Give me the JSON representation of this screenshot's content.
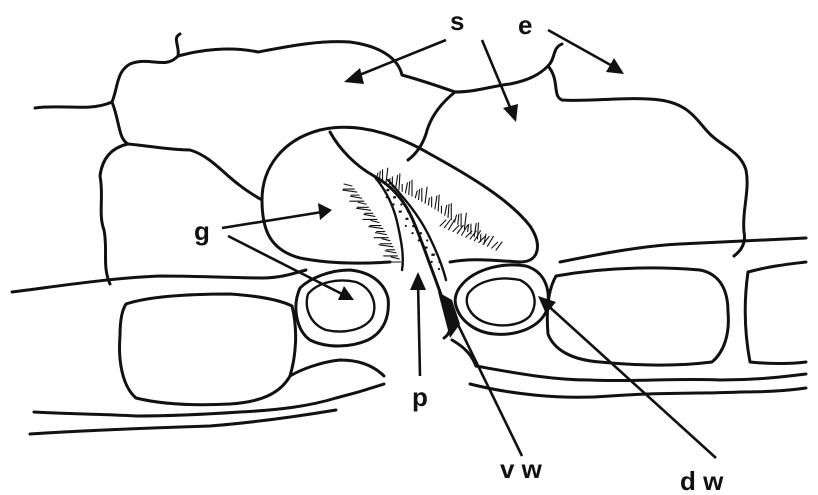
{
  "labels": {
    "s": "s",
    "e": "e",
    "g": "g",
    "p": "p",
    "vw": "v w",
    "dw": "d w"
  }
}
